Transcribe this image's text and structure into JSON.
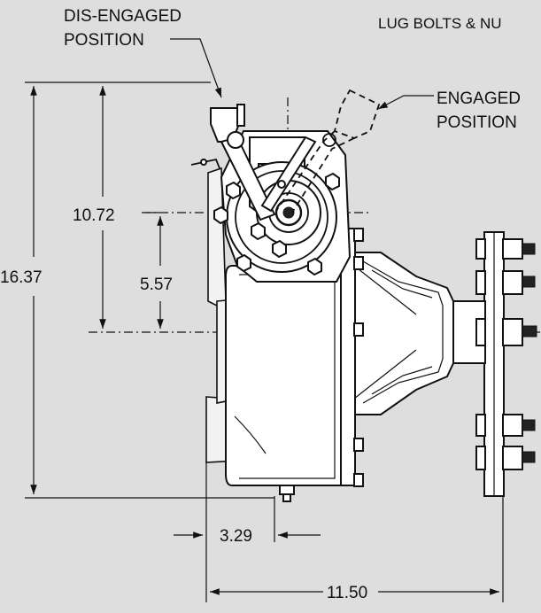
{
  "callouts": {
    "disengaged_line1": "DIS-ENGAGED",
    "disengaged_line2": "POSITION",
    "engaged_line1": "ENGAGED",
    "engaged_line2": "POSITION",
    "lug_bolts": "LUG BOLTS & NU"
  },
  "dimensions": {
    "overall_height": "16.37",
    "lever_height": "10.72",
    "shaft_height": "5.57",
    "body_width": "3.29",
    "overall_width": "11.50"
  }
}
